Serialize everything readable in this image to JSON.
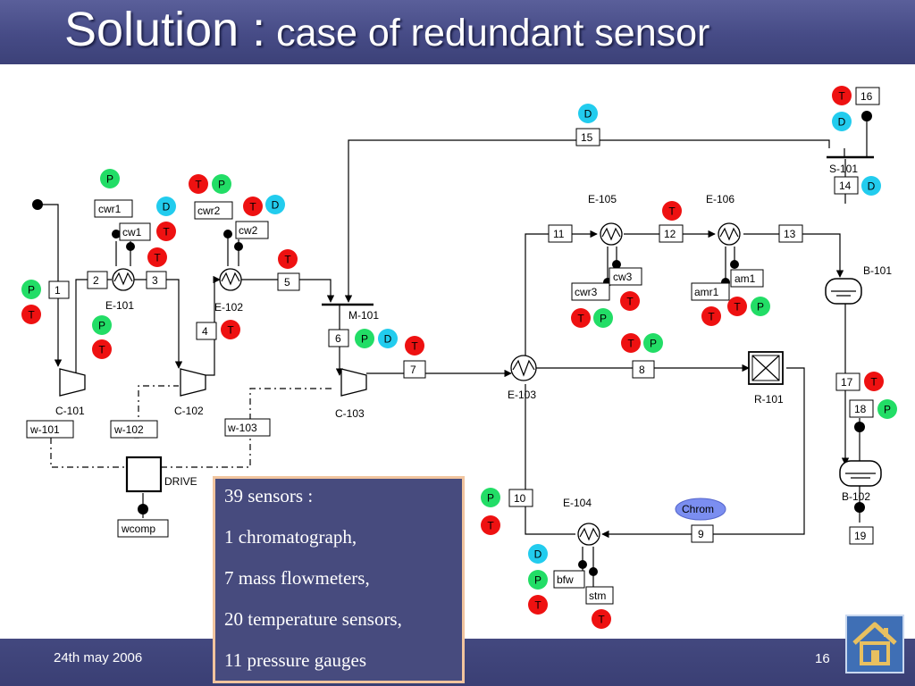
{
  "title": {
    "main": "Solution :",
    "sub": " case of redundant sensor"
  },
  "footer": {
    "date": "24th may 2006",
    "page": "16"
  },
  "info": [
    "39 sensors :",
    "1 chromatograph,",
    "7 mass flowmeters,",
    "20 temperature sensors,",
    "11 pressure gauges"
  ],
  "colors": {
    "T": "#ee1111",
    "P": "#22dd66",
    "D": "#22ccee",
    "chrom": "#7b8ef0",
    "title_bar": "#464b86",
    "info_border": "#f1c49e"
  },
  "units": [
    "E-101",
    "E-102",
    "E-103",
    "E-104",
    "E-105",
    "E-106",
    "C-101",
    "C-102",
    "C-103",
    "M-101",
    "S-101",
    "B-101",
    "B-102",
    "R-101",
    "DRIVE"
  ],
  "streams": [
    "1",
    "2",
    "3",
    "4",
    "5",
    "6",
    "7",
    "8",
    "9",
    "10",
    "11",
    "12",
    "13",
    "14",
    "15",
    "16",
    "17",
    "18",
    "19"
  ],
  "utilities": [
    "cwr1",
    "cw1",
    "cwr2",
    "cw2",
    "cwr3",
    "cw3",
    "amr1",
    "am1",
    "bfw",
    "stm",
    "w-101",
    "w-102",
    "w-103",
    "wcomp"
  ],
  "analyzer": "Chrom",
  "sensor_letters": {
    "T": "T",
    "P": "P",
    "D": "D"
  },
  "home_icon": "home-icon"
}
